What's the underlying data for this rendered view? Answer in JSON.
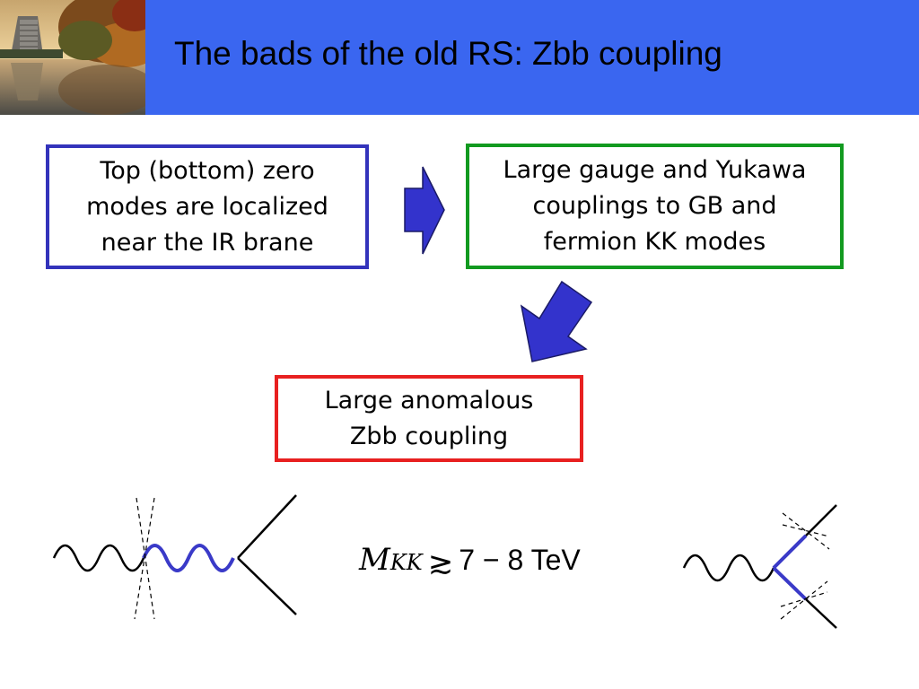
{
  "slide": {
    "title": "The bads of the old RS: Zbb coupling"
  },
  "boxes": {
    "top_left_lines": [
      "Top (bottom) zero",
      "modes are localized",
      "near the IR brane"
    ],
    "top_right_lines": [
      "Large gauge and Yukawa",
      "couplings to GB and",
      "fermion KK modes"
    ],
    "bottom_lines": [
      "Large anomalous",
      "Zbb coupling"
    ]
  },
  "formula": {
    "variable": "M",
    "subscript": "KK",
    "relation": "≳",
    "value": "7 − 8 TeV"
  },
  "colors": {
    "header": "#3a66f0",
    "arrow": "#3333cc",
    "box_blue": "#3333bb",
    "box_green": "#129a20",
    "box_red": "#e82020",
    "kk_line": "#3a3ac8"
  },
  "icons": {
    "right_arrow": "block-arrow-right",
    "down_left_arrow": "block-arrow-down-left"
  }
}
